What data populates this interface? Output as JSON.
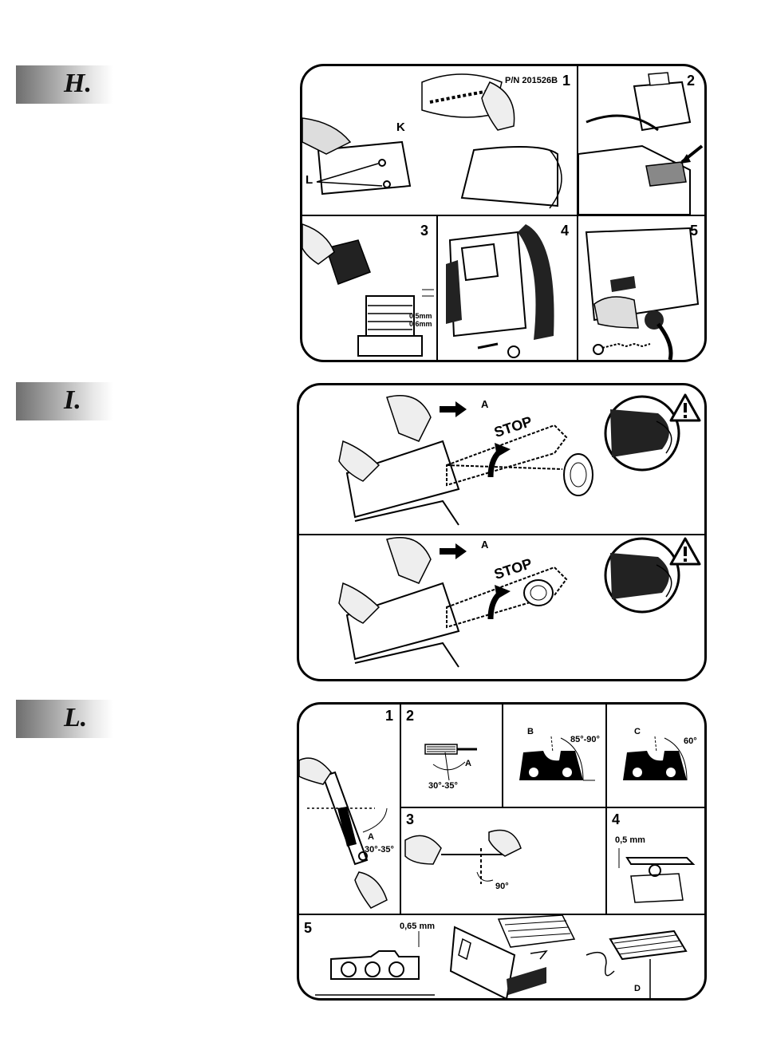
{
  "sections": {
    "h": {
      "letter": "H.",
      "panel1": {
        "number": "1",
        "part_number": "P/N 201526B",
        "label_k": "K",
        "label_l": "L"
      },
      "panel2": {
        "number": "2"
      },
      "panel3": {
        "number": "3",
        "gap_1": "0,5mm",
        "gap_2": "0,6mm"
      },
      "panel4": {
        "number": "4"
      },
      "panel5": {
        "number": "5"
      }
    },
    "i": {
      "letter": "I.",
      "top": {
        "label_a": "A",
        "stop_text": "STOP"
      },
      "bottom": {
        "label_a": "A",
        "stop_text": "STOP"
      }
    },
    "l": {
      "letter": "L.",
      "panel1": {
        "number": "1",
        "label_a": "A",
        "angle": "30°-35°"
      },
      "panel2": {
        "number": "2",
        "label_a": "A",
        "angle_a": "30°-35°",
        "label_b": "B",
        "angle_b": "85°-90°",
        "label_c": "C",
        "angle_c": "60°"
      },
      "panel3": {
        "number": "3",
        "angle": "90°"
      },
      "panel4": {
        "number": "4",
        "depth": "0,5 mm"
      },
      "panel5": {
        "number": "5",
        "depth": "0,65 mm",
        "label_d": "D"
      }
    }
  },
  "icons": [
    "warning-triangle-icon",
    "arrow-right-icon"
  ],
  "colors": {
    "ink": "#000000",
    "tab_dark": "#6e6e6e",
    "tab_light": "#ffffff"
  }
}
